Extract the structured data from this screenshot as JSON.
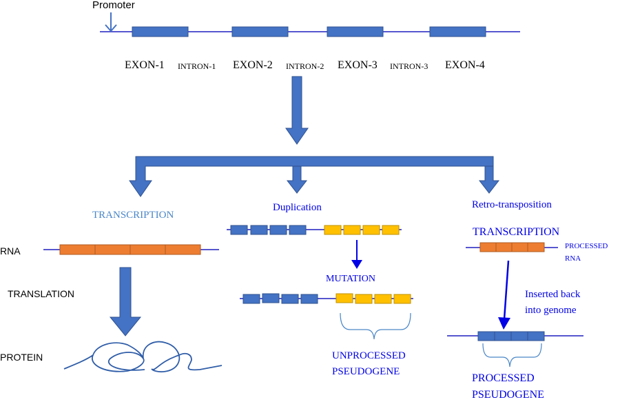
{
  "gene": {
    "promoter_label": "Promoter",
    "labels": [
      "EXON-1",
      "INTRON-1",
      "EXON-2",
      "INTRON-2",
      "EXON-3",
      "INTRON-3",
      "EXON-4"
    ]
  },
  "branches": {
    "left": {
      "title": "TRANSCRIPTION",
      "rna_label": "RNA",
      "translation_label": "TRANSLATION",
      "protein_label": "PROTEIN"
    },
    "middle": {
      "title": "Duplication",
      "mutation_label": "MUTATION",
      "result_line1": "UNPROCESSED",
      "result_line2": "PSEUDOGENE"
    },
    "right": {
      "title": "Retro-transposition",
      "transcription_label": "TRANSCRIPTION",
      "processed_rna_line1": "PROCESSED",
      "processed_rna_line2": "RNA",
      "inserted_line1": "Inserted back",
      "inserted_line2": "into genome",
      "result_line1": "PROCESSED",
      "result_line2": "PSEUDOGENE"
    }
  },
  "colors": {
    "exon_blue": "#4472c4",
    "exon_border": "#2f528f",
    "rna_orange": "#ed7d31",
    "rna_border": "#ae5a21",
    "yellow": "#ffc000",
    "yellow_border": "#bf9000",
    "line": "#1f1fbf",
    "arrow": "#4472c4",
    "text_blue": "#0000e6",
    "text_light_blue": "#4a86c8"
  }
}
